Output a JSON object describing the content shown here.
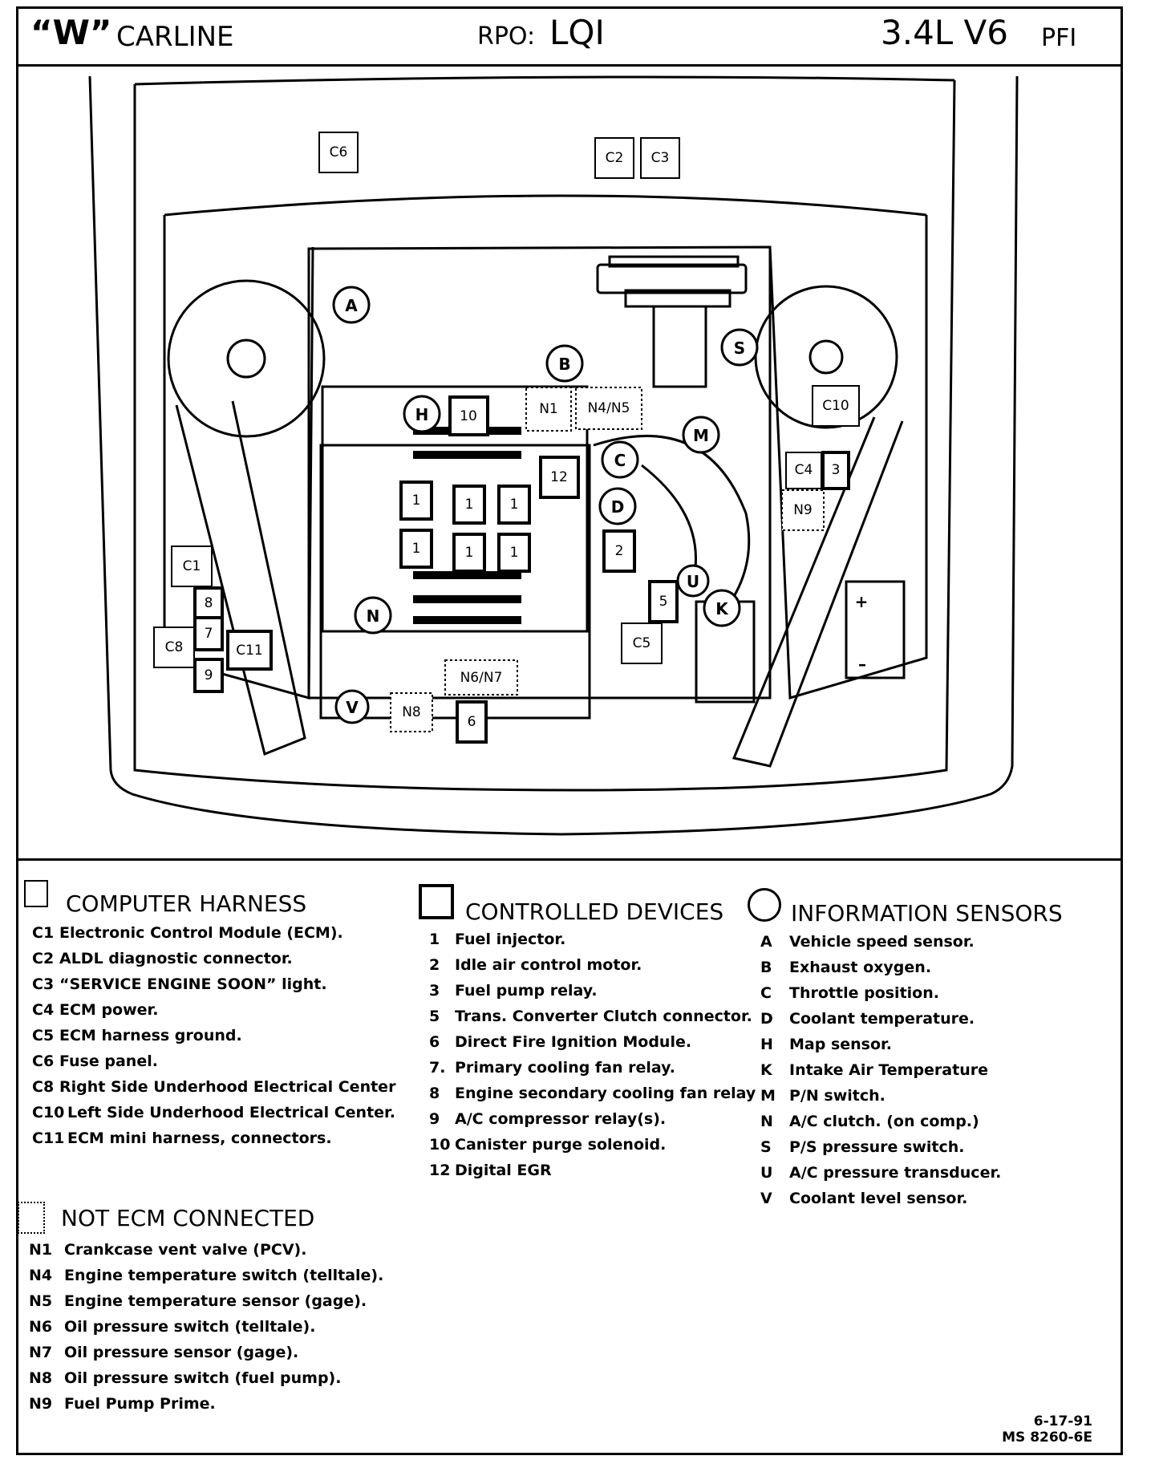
{
  "header": {
    "carline_code": "“W”",
    "carline_label": "CARLINE",
    "rpo_label": "RPO:",
    "rpo_value": "LQI",
    "engine": "3.4L V6",
    "engine_suffix": "PFI"
  },
  "diagram": {
    "harness_labels": {
      "c1": "C1",
      "c2": "C2",
      "c3": "C3",
      "c4": "C4",
      "c5": "C5",
      "c6": "C6",
      "c8": "C8",
      "c10": "C10",
      "c11": "C11"
    },
    "device_labels": {
      "d1": "1",
      "d2": "2",
      "d3": "3",
      "d5": "5",
      "d6": "6",
      "d7": "7",
      "d8": "8",
      "d9": "9",
      "d10": "10",
      "d12": "12"
    },
    "sensor_labels": {
      "a": "A",
      "b": "B",
      "c": "C",
      "d": "D",
      "h": "H",
      "k": "K",
      "m": "M",
      "n": "N",
      "s": "S",
      "u": "U",
      "v": "V"
    },
    "not_ecm_labels": {
      "n1": "N1",
      "n4n5": "N4/N5",
      "n6n7": "N6/N7",
      "n8": "N8",
      "n9": "N9"
    },
    "battery": {
      "plus": "+",
      "minus": "–"
    }
  },
  "legend": {
    "computer_harness": {
      "title": "COMPUTER HARNESS",
      "items": [
        {
          "code": "C1",
          "text": "Electronic Control Module (ECM)."
        },
        {
          "code": "C2",
          "text": "ALDL diagnostic connector."
        },
        {
          "code": "C3",
          "text": "“SERVICE ENGINE SOON” light."
        },
        {
          "code": "C4",
          "text": "ECM power."
        },
        {
          "code": "C5",
          "text": "ECM harness ground."
        },
        {
          "code": "C6",
          "text": "Fuse panel."
        },
        {
          "code": "C8",
          "text": "Right Side Underhood Electrical  Center"
        },
        {
          "code": "C10",
          "text": "Left Side Underhood Electrical Center."
        },
        {
          "code": "C11",
          "text": "ECM mini harness, connectors."
        }
      ]
    },
    "not_ecm_connected": {
      "title": "NOT ECM CONNECTED",
      "items": [
        {
          "code": "N1",
          "text": "Crankcase vent valve (PCV)."
        },
        {
          "code": "N4",
          "text": "Engine temperature switch (telltale)."
        },
        {
          "code": "N5",
          "text": "Engine temperature sensor (gage)."
        },
        {
          "code": "N6",
          "text": "Oil pressure switch (telltale)."
        },
        {
          "code": "N7",
          "text": "Oil pressure sensor (gage)."
        },
        {
          "code": "N8",
          "text": "Oil pressure switch (fuel pump)."
        },
        {
          "code": "N9",
          "text": "Fuel Pump Prime."
        }
      ]
    },
    "controlled_devices": {
      "title": "CONTROLLED DEVICES",
      "items": [
        {
          "code": "1",
          "text": "Fuel injector."
        },
        {
          "code": "2",
          "text": "Idle air control motor."
        },
        {
          "code": "3",
          "text": "Fuel pump relay."
        },
        {
          "code": "5",
          "text": "Trans. Converter Clutch connector."
        },
        {
          "code": "6",
          "text": "Direct Fire Ignition Module."
        },
        {
          "code": "7.",
          "text": "Primary cooling fan relay."
        },
        {
          "code": "8",
          "text": "Engine secondary cooling fan relay"
        },
        {
          "code": "9",
          "text": "A/C compressor relay(s)."
        },
        {
          "code": "10",
          "text": "Canister purge solenoid."
        },
        {
          "code": "12",
          "text": "Digital EGR"
        }
      ]
    },
    "information_sensors": {
      "title": "INFORMATION SENSORS",
      "items": [
        {
          "code": "A",
          "text": "Vehicle speed sensor."
        },
        {
          "code": "B",
          "text": "Exhaust oxygen."
        },
        {
          "code": "C",
          "text": "Throttle position."
        },
        {
          "code": "D",
          "text": "Coolant temperature."
        },
        {
          "code": "H",
          "text": "Map sensor."
        },
        {
          "code": "K",
          "text": "Intake Air Temperature"
        },
        {
          "code": "M",
          "text": "P/N switch."
        },
        {
          "code": "N",
          "text": "A/C clutch. (on comp.)"
        },
        {
          "code": "S",
          "text": "P/S pressure switch."
        },
        {
          "code": "U",
          "text": "A/C pressure transducer."
        },
        {
          "code": "V",
          "text": "Coolant level sensor."
        }
      ]
    }
  },
  "footer": {
    "date": "6-17-91",
    "doc_number": "MS 8260-6E"
  }
}
